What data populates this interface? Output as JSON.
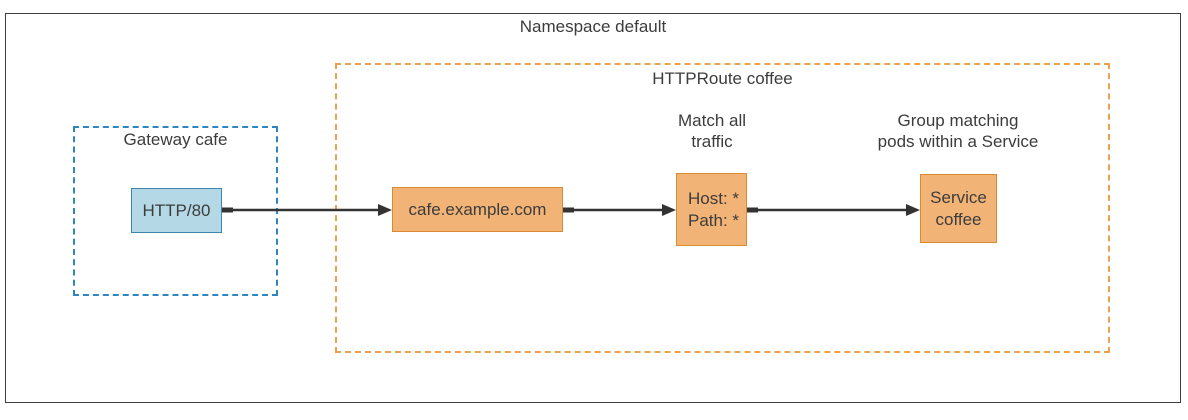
{
  "namespace": {
    "label": "Namespace default"
  },
  "gateway": {
    "label": "Gateway cafe",
    "listener": "HTTP/80"
  },
  "httproute": {
    "label": "HTTPRoute coffee",
    "hostname": "cafe.example.com",
    "match": {
      "annotation": "Match all\ntraffic",
      "rules": "Host: *\nPath: *"
    },
    "backend": {
      "annotation": "Group matching\npods within a Service",
      "service": "Service\ncoffee"
    }
  },
  "colors": {
    "text": "#3c3c3c",
    "line": "#333333",
    "namespace-border": "#3f3f3f",
    "gateway-dash": "#2e86c1",
    "route-dash": "#eca14f",
    "blue-fill": "#b5d8e6",
    "blue-border": "#3e85ad",
    "orange-fill": "#f2b377",
    "orange-border": "#d98b33"
  }
}
